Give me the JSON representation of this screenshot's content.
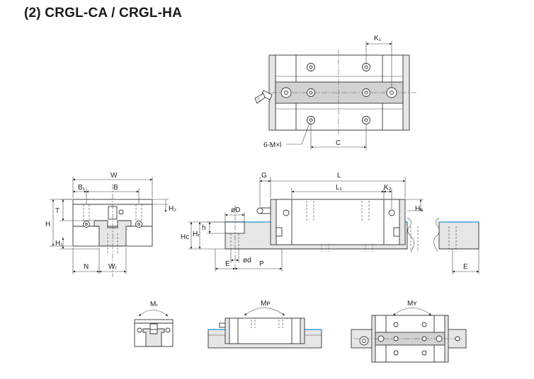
{
  "title": "(2) CRGL-CA / CRGL-HA",
  "dimension_labels": {
    "K1": "K₁",
    "C": "C",
    "M_hole": "6-M×l",
    "W": "W",
    "B": "B",
    "B1": "B₁",
    "T": "T",
    "H": "H",
    "H1": "H₁",
    "H2": "H₂",
    "N": "N",
    "WR": "Wᵣ",
    "G": "G",
    "L": "L",
    "L1": "L₁",
    "K2": "K₂",
    "H3": "H₃",
    "D": "øD",
    "d": "ød",
    "h": "h",
    "HC": "Hᴄ",
    "HR": "Hᵣ",
    "E": "E",
    "P": "P"
  },
  "moment_labels": {
    "MR": "Mᵣ",
    "MP": "Mᴘ",
    "MY": "Mʏ"
  },
  "colors": {
    "rail_top_line": "#3fa3d6",
    "line": "#333333",
    "fill": "#e6e6e6"
  }
}
